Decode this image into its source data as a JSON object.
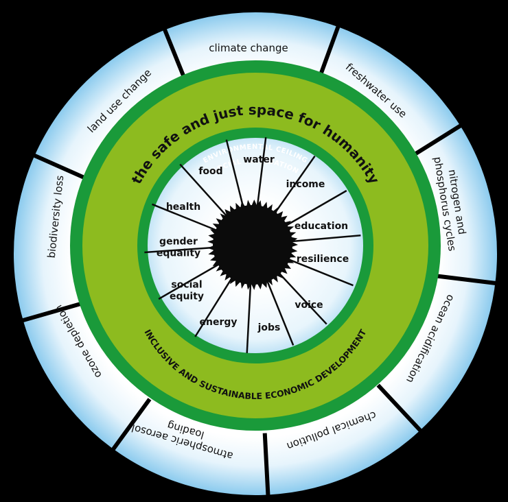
{
  "title": "the safe and just space for humanity",
  "environmental_ceiling_caption": "ENVIRONMENTAL CEILING",
  "social_foundation_caption": "SOCIAL FOUNDATION",
  "development_caption": "INCLUSIVE AND SUSTAINABLE ECONOMIC DEVELOPMENT",
  "planetary_boundaries": [
    "climate change",
    "freshwater use",
    "nitrogen and phosphorus cycles",
    "ocean acidification",
    "chemical pollution",
    "atmospheric aerosol loading",
    "ozone depletion",
    "biodiversity loss",
    "land use change"
  ],
  "social_foundation": [
    "water",
    "income",
    "education",
    "resilience",
    "voice",
    "jobs",
    "energy",
    "social equity",
    "gender equality",
    "health",
    "food"
  ],
  "colors": {
    "background": "#000000",
    "outer_fill": "#dff1fb",
    "outer_edge": "#8cc8ea",
    "dark_green": "#1a9a3a",
    "light_green": "#8dbb1f",
    "inner_fill": "#e6f4fc",
    "center": "#0b0b0b"
  }
}
